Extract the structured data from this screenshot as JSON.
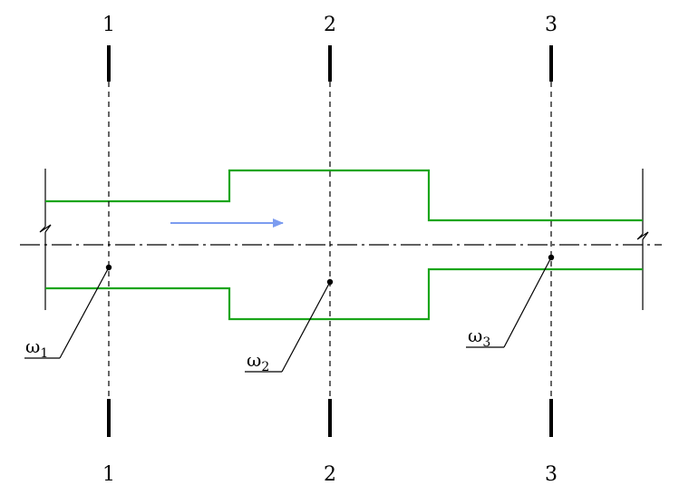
{
  "sections": [
    {
      "label_top": "1",
      "label_bottom": "1"
    },
    {
      "label_top": "2",
      "label_bottom": "2"
    },
    {
      "label_top": "3",
      "label_bottom": "3"
    }
  ],
  "areas": [
    {
      "symbol": "ω",
      "subscript": "1"
    },
    {
      "symbol": "ω",
      "subscript": "2"
    },
    {
      "symbol": "ω",
      "subscript": "3"
    }
  ],
  "colors": {
    "pipe_wall": "#1aa51a",
    "flow_arrow": "#7c9cf0",
    "lines": "#000000"
  },
  "icons": {
    "flow": "arrow-right-icon",
    "break": "break-mark-icon"
  }
}
